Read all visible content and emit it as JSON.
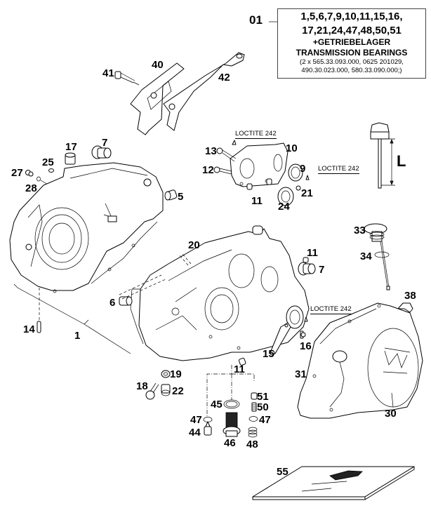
{
  "diagram": {
    "type": "exploded-parts-view",
    "subject": "engine crankcase assembly",
    "kit": {
      "ref": "01",
      "lines": [
        "1,5,6,7,9,10,11,15,16,",
        "17,21,24,47,48,50,51",
        "+GETRIEBELAGER",
        "TRANSMISSION BEARINGS",
        "(2 x 565.33.093.000, 0625 201029,",
        "490.30.023.000, 580.33.090.000;)"
      ]
    },
    "annotations": {
      "loctite_1": "LOCTITE 242",
      "loctite_2": "LOCTITE 242",
      "loctite_3": "LOCTITE 242",
      "dimension_L": "L"
    },
    "callouts": {
      "c40": "40",
      "c41": "41",
      "c42": "42",
      "c7a": "7",
      "c17": "17",
      "c25": "25",
      "c27": "27",
      "c28": "28",
      "c5": "5",
      "c13": "13",
      "c12": "12",
      "c10": "10",
      "c9": "9",
      "c11a": "11",
      "c24": "24",
      "c21": "21",
      "c20": "20",
      "c11b": "11",
      "c7b": "7",
      "c6": "6",
      "c14": "14",
      "c1": "1",
      "c33": "33",
      "c34": "34",
      "c38": "38",
      "c16": "16",
      "c15": "15",
      "c31": "31",
      "c30": "30",
      "c11c": "11",
      "c19": "19",
      "c18": "18",
      "c22": "22",
      "c45": "45",
      "c51": "51",
      "c50": "50",
      "c47a": "47",
      "c47b": "47",
      "c44": "44",
      "c46": "46",
      "c48": "48",
      "c55": "55"
    },
    "parts": [
      {
        "no": "1",
        "name": "crankcase assembly"
      },
      {
        "no": "40",
        "name": "chain guide"
      },
      {
        "no": "42",
        "name": "chain guide bracket"
      },
      {
        "no": "55",
        "name": "manual"
      },
      {
        "no": "30",
        "name": "clutch cover"
      },
      {
        "no": "L",
        "name": "dipstick"
      }
    ]
  }
}
